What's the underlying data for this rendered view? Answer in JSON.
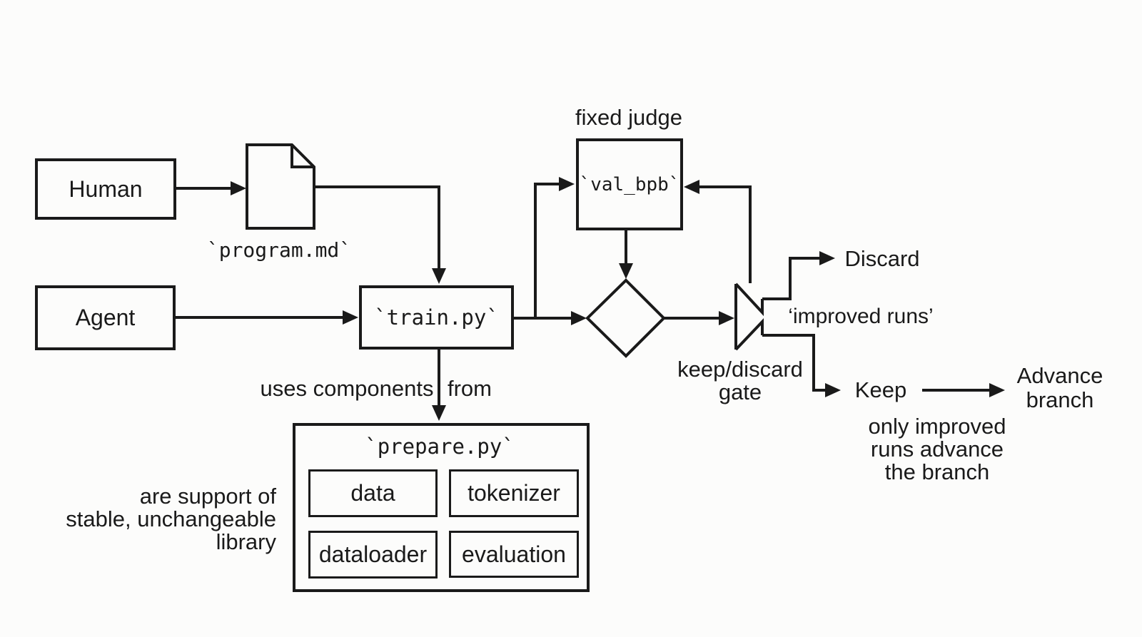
{
  "palette": {
    "background": "#fcfcfb",
    "ink": "#1a1a1a"
  },
  "nodes": {
    "human": "Human",
    "agent": "Agent",
    "program_md": "`program.md`",
    "train_py": "`train.py`",
    "val_bpb": "`val_bpb`",
    "prepare_py": "`prepare.py`",
    "components": [
      "data",
      "tokenizer",
      "dataloader",
      "evaluation"
    ]
  },
  "captions": {
    "fixed_judge": "fixed judge",
    "uses_components": "uses components",
    "from": "from",
    "keep_discard_gate": "keep/discard\ngate",
    "improved_runs": "‘improved runs’",
    "discard": "Discard",
    "keep": "Keep",
    "advance_branch": "Advance\nbranch",
    "only_improved": "only improved\nruns advance\nthe branch",
    "support_note": "are support of\nstable, unchangeable\nlibrary"
  },
  "icons": {
    "document": "document-file-icon",
    "decision": "decision-diamond-icon",
    "gate": "keep-discard-gate-icon"
  }
}
